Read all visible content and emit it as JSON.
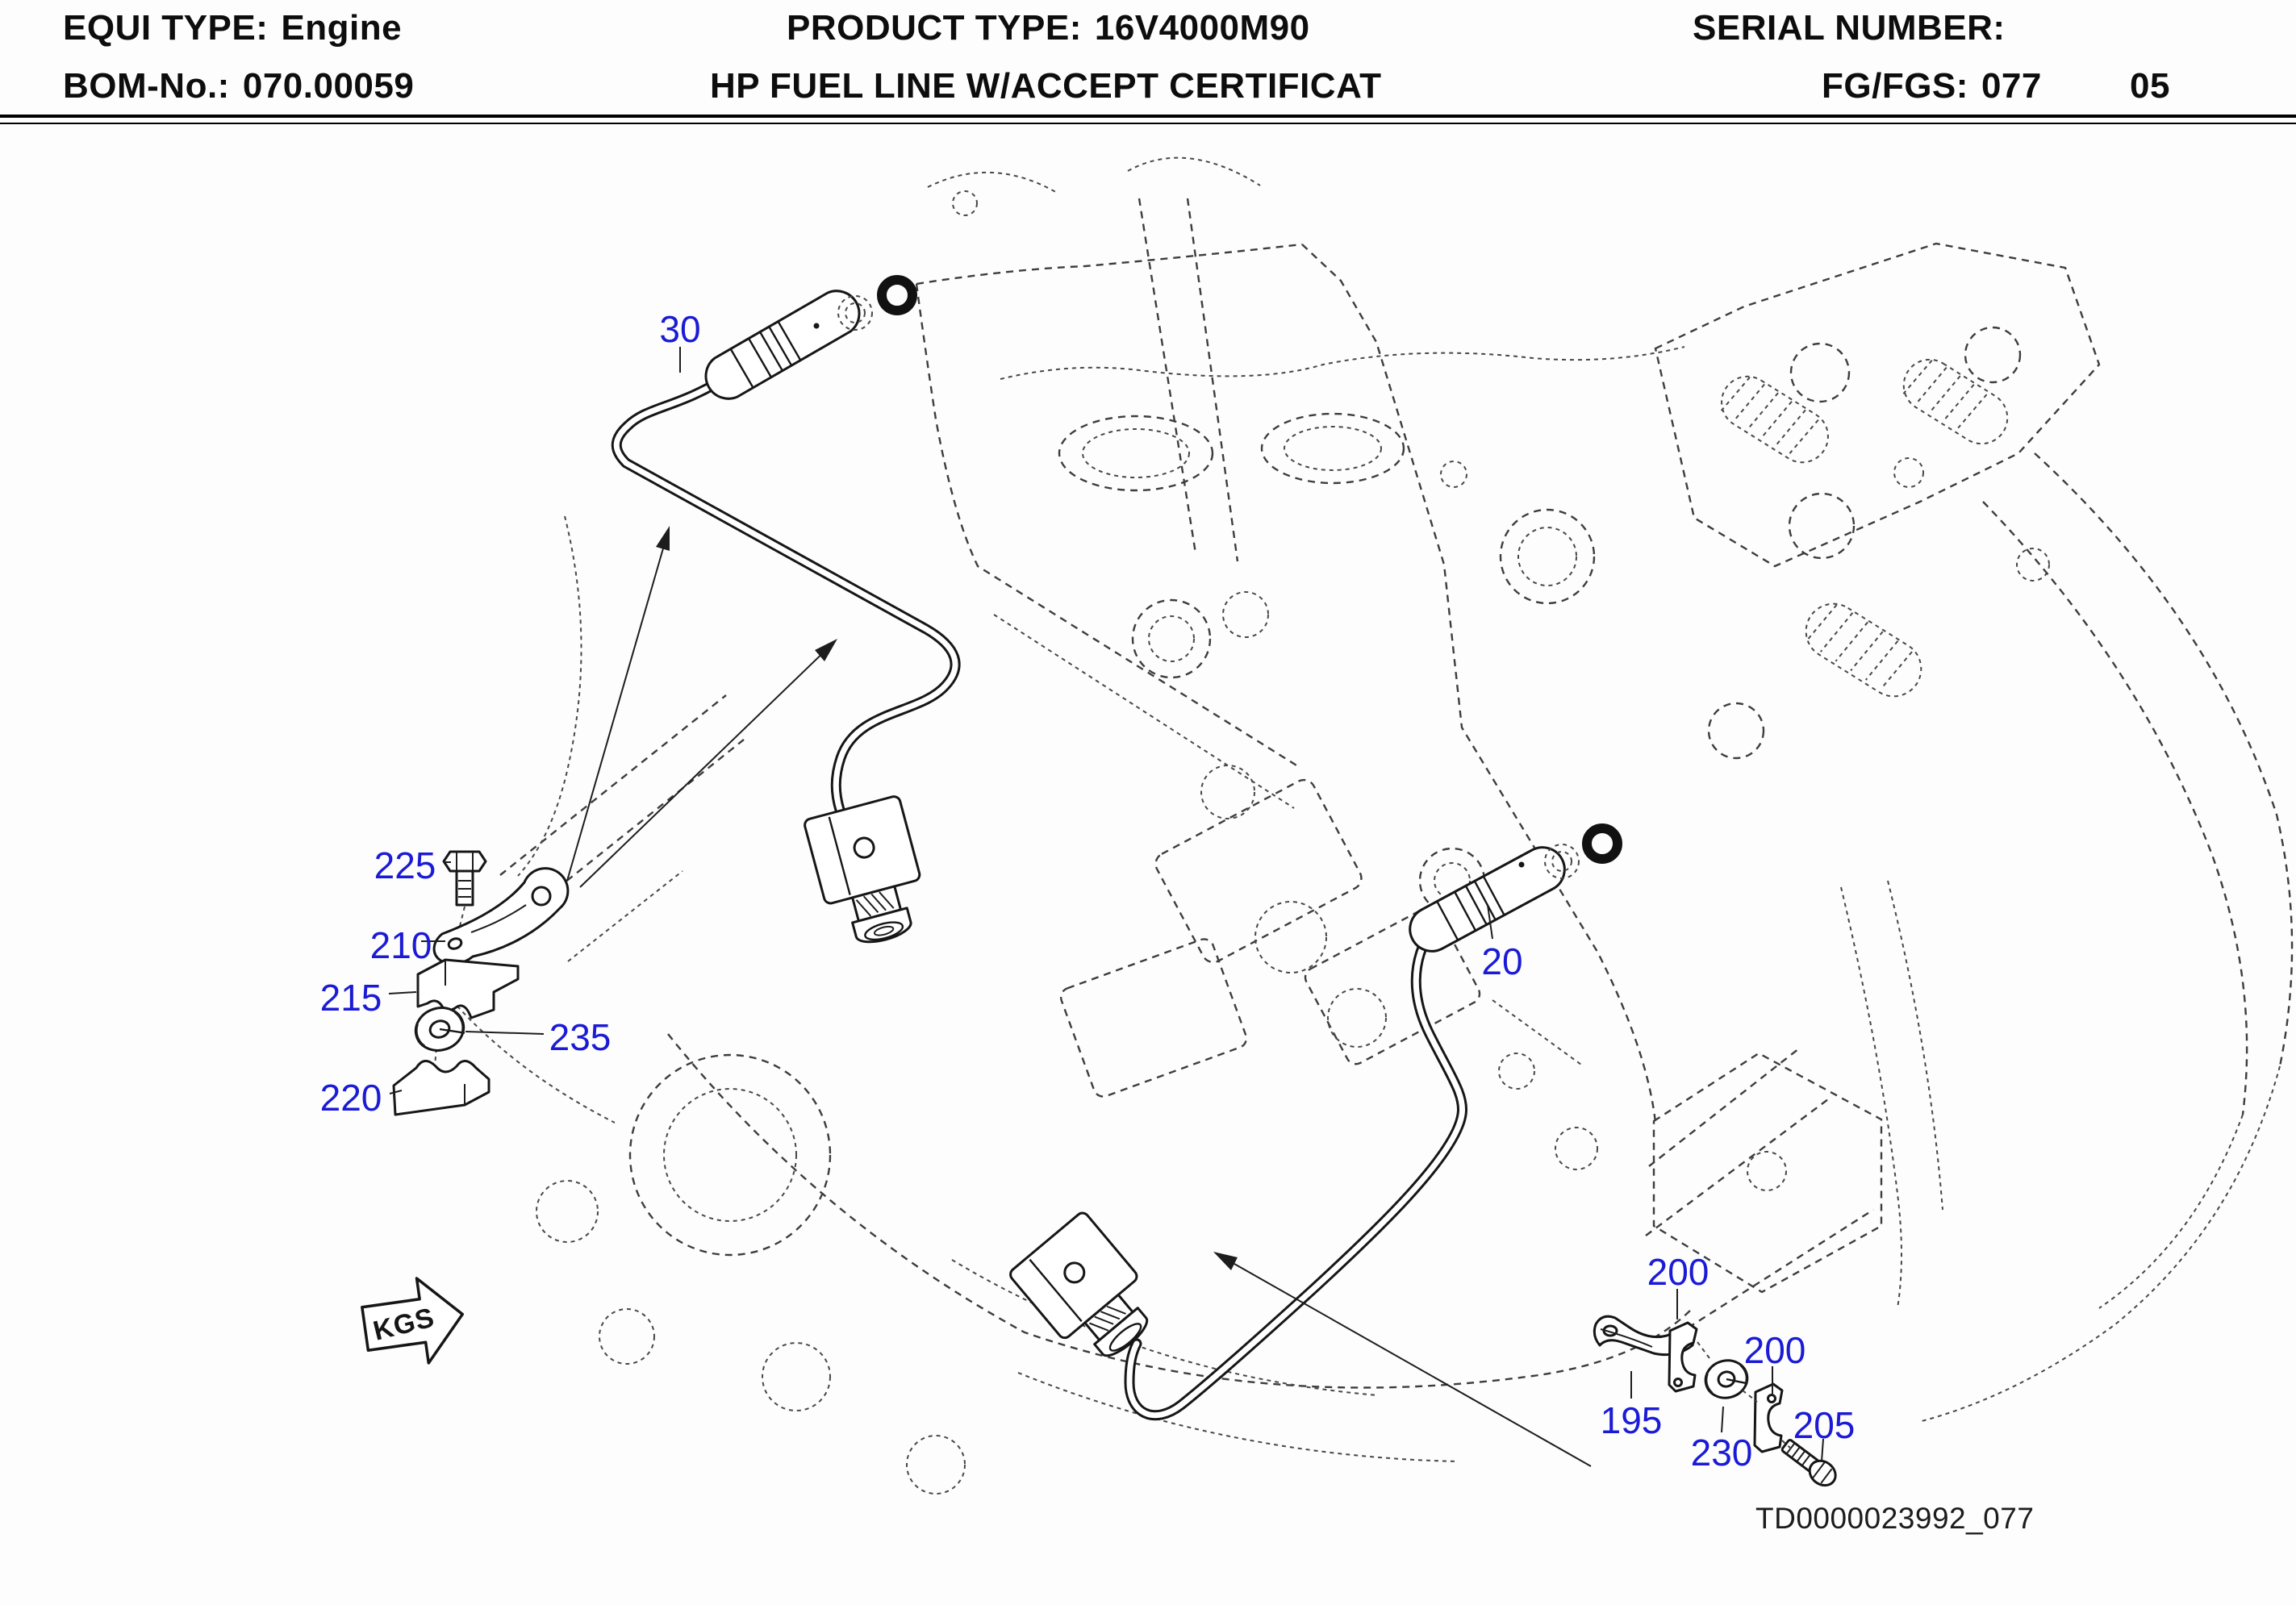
{
  "header": {
    "equi_label": "EQUI TYPE:",
    "equi_value": "Engine",
    "product_label": "PRODUCT TYPE:",
    "product_value": "16V4000M90",
    "serial_label": "SERIAL NUMBER:",
    "serial_value": "",
    "bom_label": "BOM-No.:",
    "bom_value": "070.00059",
    "title": "HP FUEL LINE W/ACCEPT CERTIFICAT",
    "fg_label": "FG/FGS:",
    "fg_value": "077",
    "fg_rev": "05"
  },
  "diagram": {
    "drawing_id": "TD0000023992_077",
    "kgs_label": "KGS",
    "callouts": [
      {
        "id": "30",
        "text": "30"
      },
      {
        "id": "225",
        "text": "225"
      },
      {
        "id": "210",
        "text": "210"
      },
      {
        "id": "215",
        "text": "215"
      },
      {
        "id": "235",
        "text": "235"
      },
      {
        "id": "220",
        "text": "220"
      },
      {
        "id": "20",
        "text": "20"
      },
      {
        "id": "200a",
        "text": "200"
      },
      {
        "id": "200b",
        "text": "200"
      },
      {
        "id": "195",
        "text": "195"
      },
      {
        "id": "230",
        "text": "230"
      },
      {
        "id": "205",
        "text": "205"
      }
    ]
  },
  "colors": {
    "callout_blue": "#1b1bd6",
    "line_black": "#161616"
  }
}
